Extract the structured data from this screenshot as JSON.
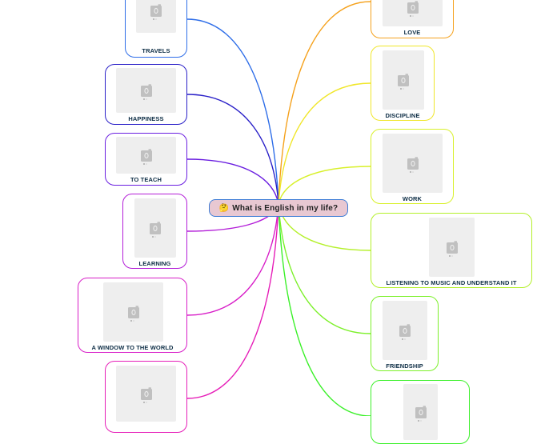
{
  "central_topic": {
    "emoji": "🤔",
    "text": "What is English in my life?"
  },
  "left_branches": [
    {
      "label": "TRAVELS",
      "color": "#2f6ee8"
    },
    {
      "label": "HAPPINESS",
      "color": "#2a20c8"
    },
    {
      "label": "TO TEACH",
      "color": "#6a1ee0"
    },
    {
      "label": "LEARNING",
      "color": "#b31ed8"
    },
    {
      "label": "A WINDOW TO THE WORLD",
      "color": "#d81ec8"
    },
    {
      "label": "",
      "color": "#e61eb8"
    }
  ],
  "right_branches": [
    {
      "label": "LOVE",
      "color": "#f5a21e"
    },
    {
      "label": "DISCIPLINE",
      "color": "#f0e62a"
    },
    {
      "label": "WORK",
      "color": "#d8f02a"
    },
    {
      "label": "LISTENING TO MUSIC AND UNDERSTAND IT",
      "color": "#b4f02a"
    },
    {
      "label": "FRIENDSHIP",
      "color": "#7cf02a"
    },
    {
      "label": "",
      "color": "#3cf02a"
    }
  ],
  "image_placeholder_icon": "camera-icon"
}
